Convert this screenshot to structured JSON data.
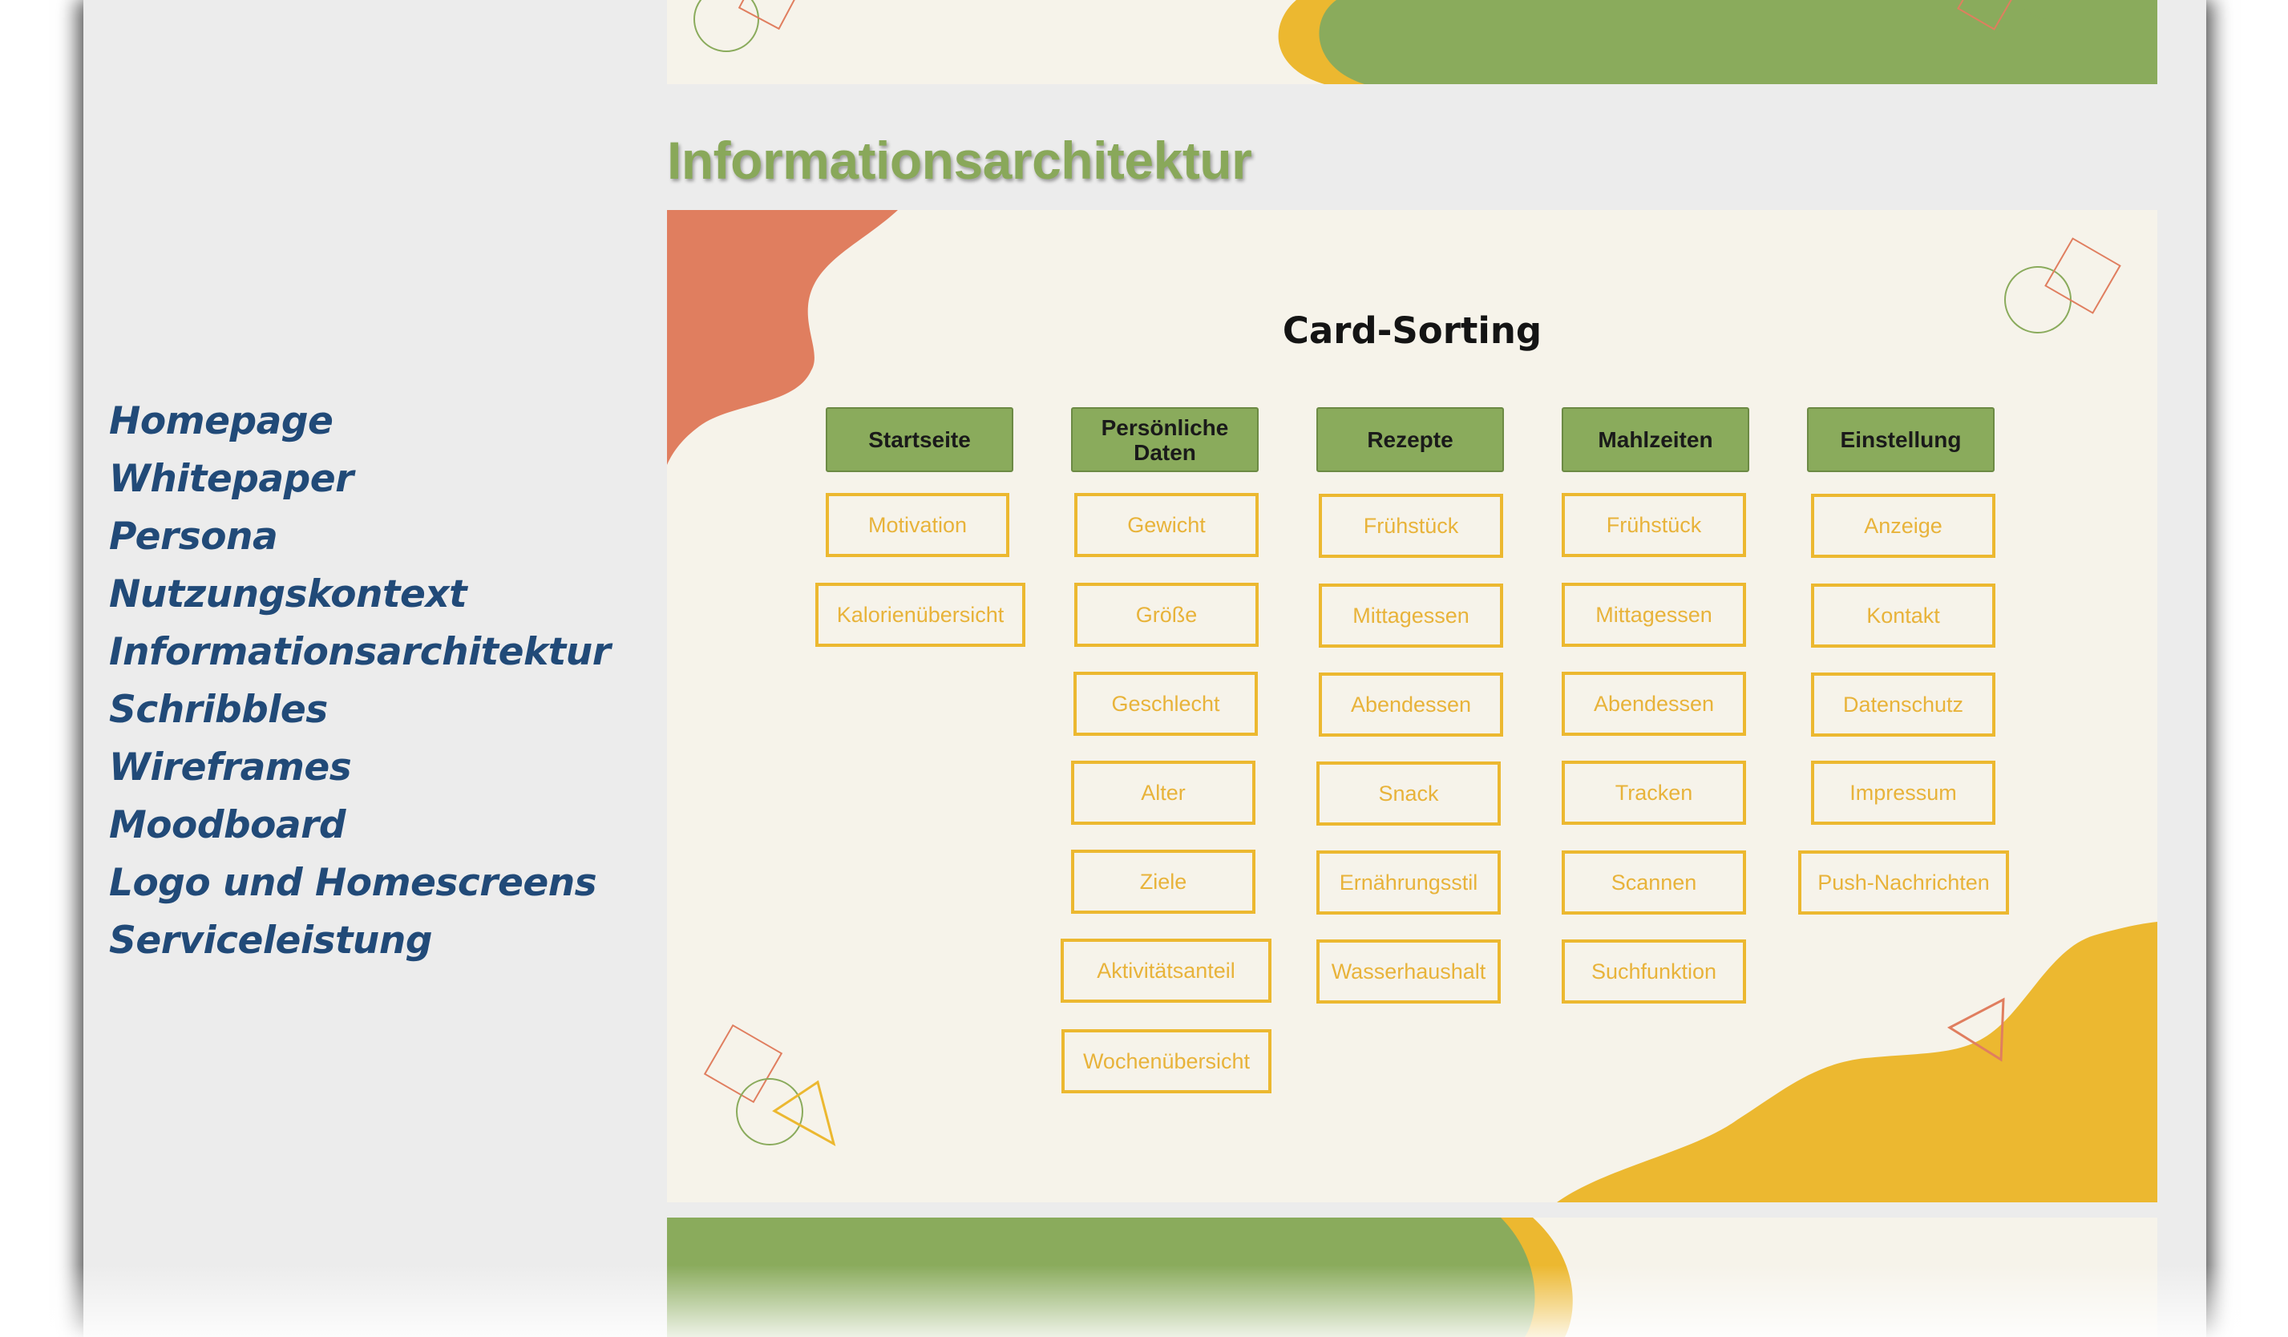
{
  "nav": {
    "items": [
      {
        "label": "Homepage"
      },
      {
        "label": "Whitepaper"
      },
      {
        "label": "Persona"
      },
      {
        "label": "Nutzungskontext"
      },
      {
        "label": "Informationsarchitektur"
      },
      {
        "label": "Schribbles"
      },
      {
        "label": "Wireframes"
      },
      {
        "label": "Moodboard"
      },
      {
        "label": "Logo und Homescreens"
      },
      {
        "label": "Serviceleistung"
      }
    ]
  },
  "section": {
    "title": "Informationsarchitektur"
  },
  "card_sorting": {
    "title": "Card-Sorting",
    "columns": [
      {
        "header": "Startseite",
        "cards": [
          "Motivation",
          "Kalorienübersicht"
        ]
      },
      {
        "header": "Persönliche Daten",
        "cards": [
          "Gewicht",
          "Größe",
          "Geschlecht",
          "Alter",
          "Ziele",
          "Aktivitätsanteil",
          "Wochenübersicht"
        ]
      },
      {
        "header": "Rezepte",
        "cards": [
          "Frühstück",
          "Mittagessen",
          "Abendessen",
          "Snack",
          "Ernährungsstil",
          "Wasserhaushalt"
        ]
      },
      {
        "header": "Mahlzeiten",
        "cards": [
          "Frühstück",
          "Mittagessen",
          "Abendessen",
          "Tracken",
          "Scannen",
          "Suchfunktion"
        ]
      },
      {
        "header": "Einstellung",
        "cards": [
          "Anzeige",
          "Kontakt",
          "Datenschutz",
          "Impressum",
          "Push-Nachrichten"
        ]
      }
    ]
  },
  "colors": {
    "green": "#8aab5c",
    "orange": "#e07e5f",
    "yellow": "#ecb830",
    "nav_blue": "#214a78",
    "slide_bg": "#f6f3ea",
    "page_bg": "#ececec"
  }
}
